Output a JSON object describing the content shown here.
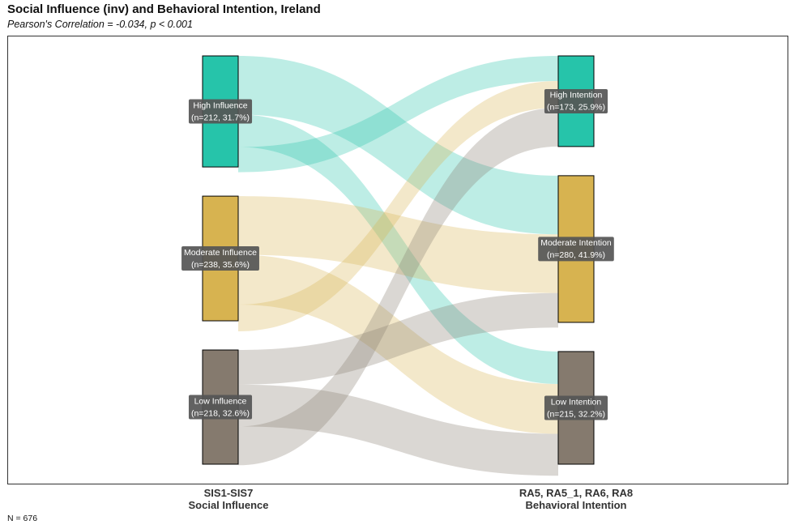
{
  "chart_data": {
    "type": "sankey",
    "title": "Social Influence (inv) and Behavioral Intention, Ireland",
    "subtitle": "Pearson's Correlation = -0.034, p < 0.001",
    "caption": "N = 676",
    "axes": [
      {
        "line1": "SIS1-SIS7",
        "line2": "Social Influence"
      },
      {
        "line1": "RA5, RA5_1, RA6, RA8",
        "line2": "Behavioral Intention"
      }
    ],
    "left_nodes": [
      {
        "key": "high",
        "name": "High Influence",
        "stat": "(n=212, 31.7%)",
        "n": 212,
        "color": "#26c4aa"
      },
      {
        "key": "moderate",
        "name": "Moderate Influence",
        "stat": "(n=238, 35.6%)",
        "n": 238,
        "color": "#d7b350"
      },
      {
        "key": "low",
        "name": "Low Influence",
        "stat": "(n=218, 32.6%)",
        "n": 218,
        "color": "#857a6e"
      }
    ],
    "right_nodes": [
      {
        "key": "high",
        "name": "High Intention",
        "stat": "(n=173, 25.9%)",
        "n": 173,
        "color": "#26c4aa"
      },
      {
        "key": "moderate",
        "name": "Moderate Intention",
        "stat": "(n=280, 41.9%)",
        "n": 280,
        "color": "#d7b350"
      },
      {
        "key": "low",
        "name": "Low Intention",
        "stat": "(n=215, 32.2%)",
        "n": 215,
        "color": "#857a6e"
      }
    ],
    "flows": [
      {
        "from": "high",
        "to": "moderate",
        "value": 112
      },
      {
        "from": "high",
        "to": "low",
        "value": 62
      },
      {
        "from": "high",
        "to": "high",
        "value": 48
      },
      {
        "from": "moderate",
        "to": "moderate",
        "value": 112
      },
      {
        "from": "moderate",
        "to": "low",
        "value": 95
      },
      {
        "from": "moderate",
        "to": "high",
        "value": 51
      },
      {
        "from": "low",
        "to": "moderate",
        "value": 66
      },
      {
        "from": "low",
        "to": "low",
        "value": 80
      },
      {
        "from": "low",
        "to": "high",
        "value": 74
      }
    ]
  }
}
